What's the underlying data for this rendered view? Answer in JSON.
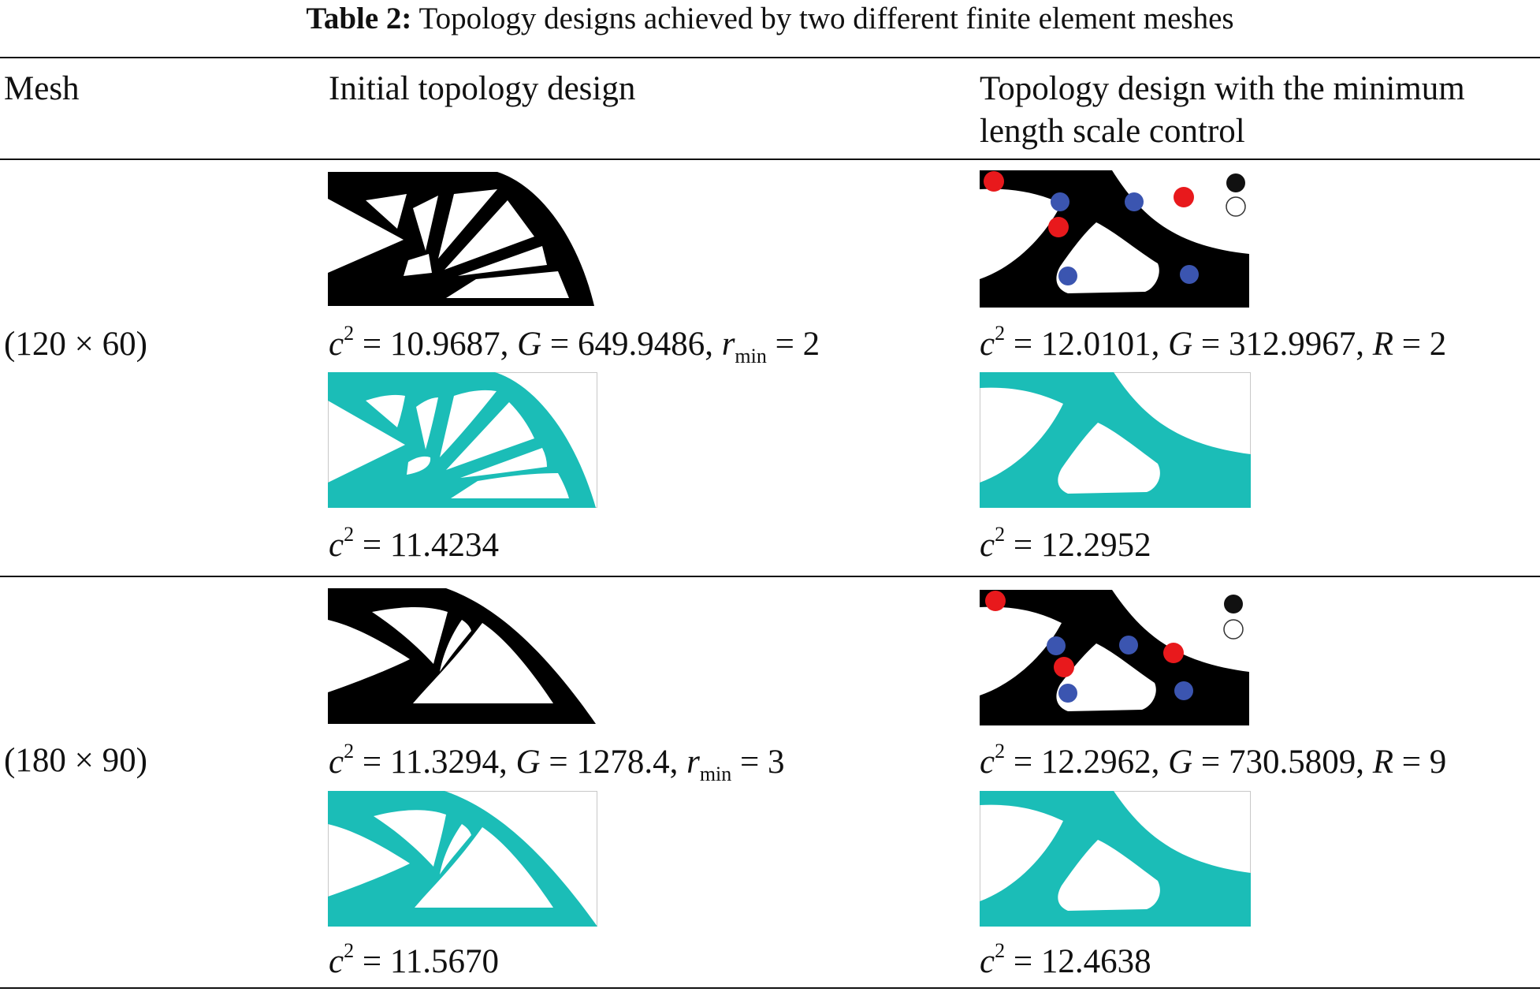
{
  "caption": {
    "label": "Table 2:",
    "text": "Topology designs achieved by two different finite element meshes"
  },
  "headers": {
    "col1": "Mesh",
    "col2": "Initial topology design",
    "col3_line1": "Topology design with the minimum",
    "col3_line2": "length scale control"
  },
  "rows": [
    {
      "mesh": "(120 × 60)",
      "initial": {
        "c2": "10.9687",
        "G": "649.9486",
        "rmin": "2",
        "smoothed_c2": "11.4234"
      },
      "controlled": {
        "c2": "12.0101",
        "G": "312.9967",
        "R": "2",
        "smoothed_c2": "12.2952"
      }
    },
    {
      "mesh": "(180 × 90)",
      "initial": {
        "c2": "11.3294",
        "G": "1278.4",
        "rmin": "3",
        "smoothed_c2": "11.5670"
      },
      "controlled": {
        "c2": "12.2962",
        "G": "730.5809",
        "R": "9",
        "smoothed_c2": "12.4638"
      }
    }
  ],
  "symbols": {
    "c": "c",
    "two": "2",
    "G": "G",
    "r": "r",
    "min": "min",
    "R": "R",
    "equals": " = ",
    "comma": ", "
  },
  "colors": {
    "solid": "#000000",
    "smoothed": "#1bbdb7",
    "marker_red": "#e8191c",
    "marker_blue": "#3b55b0"
  }
}
